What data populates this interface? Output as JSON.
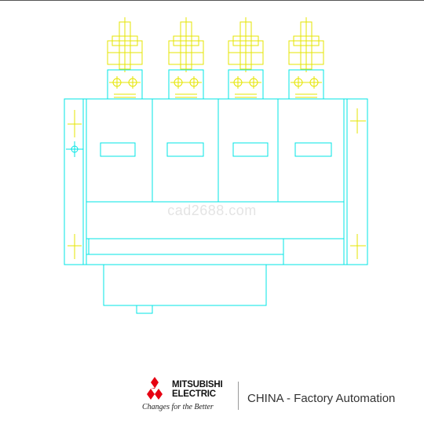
{
  "watermark": {
    "text": "cad2688.com"
  },
  "logo": {
    "brand_line_1": "MITSUBISHI",
    "brand_line_2": "ELECTRIC",
    "slogan": "Changes for the Better",
    "mark_color": "#e60012",
    "icon": "three-diamonds-icon"
  },
  "region": {
    "text": "CHINA  - Factory Automation"
  },
  "drawing": {
    "outline_color": "#00e5e5",
    "terminal_color": "#e5e500",
    "terminal_count": 4,
    "window_count": 4
  }
}
